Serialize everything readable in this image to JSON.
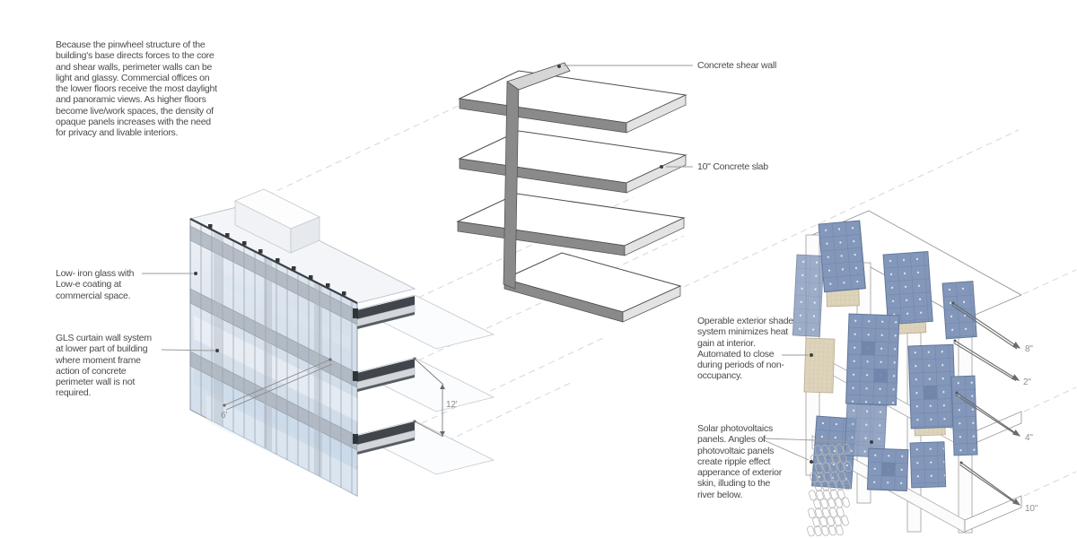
{
  "intro_paragraph": "Because the pinwheel structure of the building's base directs forces to the core and shear walls, perimeter walls can be light and glassy. Commercial offices on the lower floors receive the most daylight and panoramic views. As higher floors become live/work spaces, the density of opaque panels increases with the need for privacy and livable interiors.",
  "left_diagram": {
    "label_low_iron_glass": "Low- iron glass with Low-e coating at commercial space.",
    "label_gls_curtain_wall": "GLS curtain wall system at lower part of building where moment frame action of concrete perimeter wall is not required.",
    "dim_bay_width": "6'",
    "dim_floor_height": "12'"
  },
  "middle_diagram": {
    "label_shear_wall": "Concrete shear wall",
    "label_slab": "10\" Concrete slab"
  },
  "right_diagram": {
    "label_shade_system": "Operable exterior shade system minimizes heat gain at interior. Automated to close during periods of non-occupancy.",
    "label_solar_pv": "Solar photovoltaics panels. Angles of photovoltaic panels create ripple effect apperance of exterior skin, illuding to the river below.",
    "dim_offsets": {
      "top": "8\"",
      "second": "2\"",
      "third": "4\"",
      "bottom": "10\""
    }
  },
  "colors": {
    "pv_panel_blue": "#8297ba",
    "shade_panel_tan": "#ded4bb",
    "concrete_gray": "#8a8a8a",
    "glass_blue": "#d9e2ec",
    "annotation_text": "#4b4b4b",
    "dimension_text": "#8e8e8e"
  }
}
